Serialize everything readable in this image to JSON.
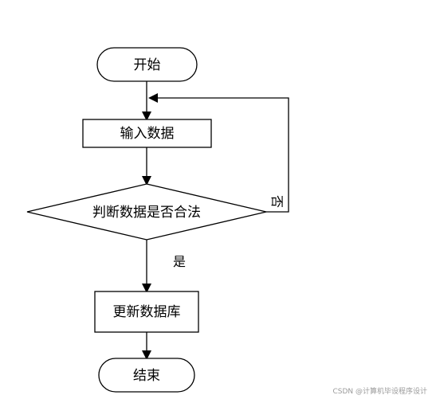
{
  "flowchart": {
    "start_label": "开始",
    "input_label": "输入数据",
    "decision_label": "判断数据是否合法",
    "no_label": "否",
    "yes_label": "是",
    "update_label": "更新数据库",
    "end_label": "结束"
  },
  "watermark": "CSDN @计算机毕设程序设计"
}
